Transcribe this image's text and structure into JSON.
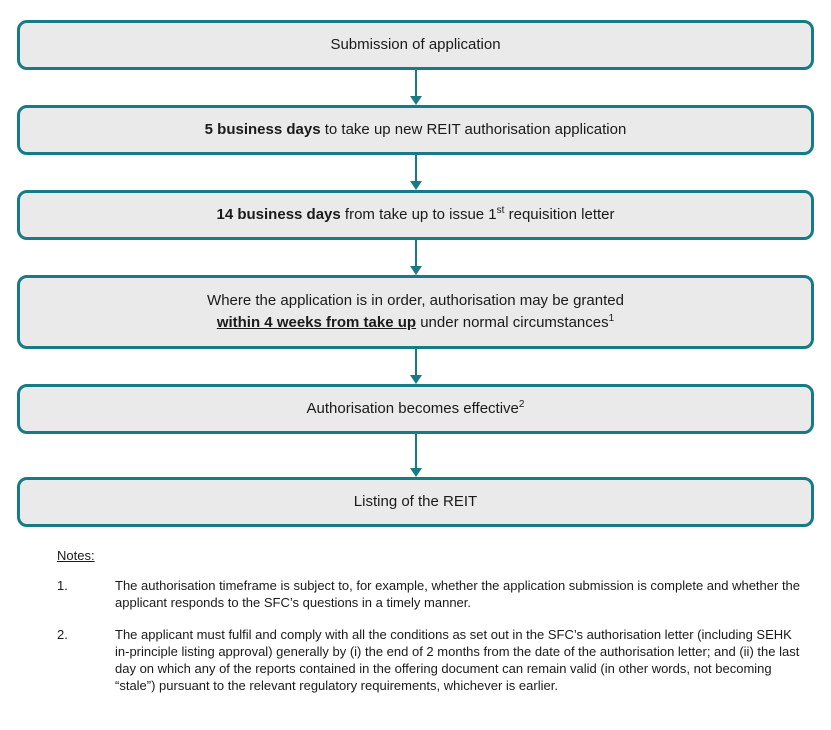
{
  "colors": {
    "teal": "#177B85",
    "box_fill": "#EAEAEA",
    "text": "#1A1A1A"
  },
  "flow": {
    "boxes": [
      {
        "name": "submission",
        "lines": [
          [
            {
              "t": "Submission of application"
            }
          ]
        ]
      },
      {
        "name": "take-up",
        "lines": [
          [
            {
              "t": "5 business days"
            },
            {
              "t": " to take up new REIT authorisation application"
            }
          ]
        ]
      },
      {
        "name": "requisition-letter",
        "lines": [
          [
            {
              "t": "14 business days"
            },
            {
              "t": " from take up to issue 1"
            },
            {
              "t": "st"
            },
            {
              "t": " requisition letter"
            }
          ]
        ]
      },
      {
        "name": "authorisation-granted",
        "lines": [
          [
            {
              "t": "Where the application is in order, authorisation may be granted"
            }
          ],
          [
            {
              "t": "within 4 weeks from take up"
            },
            {
              "t": " under normal circumstances"
            },
            {
              "t": "1"
            }
          ]
        ]
      },
      {
        "name": "authorisation-effective",
        "lines": [
          [
            {
              "t": "Authorisation becomes effective"
            },
            {
              "t": "2"
            }
          ]
        ]
      },
      {
        "name": "listing",
        "lines": [
          [
            {
              "t": "Listing of the REIT"
            }
          ]
        ]
      }
    ]
  },
  "notes": {
    "header": "Notes:",
    "items": [
      {
        "num": "1.",
        "text": "The authorisation timeframe is subject to, for example, whether the application submission is complete and whether the applicant responds to the SFC’s questions in a timely manner."
      },
      {
        "num": "2.",
        "text": "The applicant must fulfil and comply with all the conditions as set out in the SFC’s authorisation letter (including SEHK in-principle listing approval) generally by (i) the end of 2 months from the date of the authorisation letter; and (ii) the last day on which any of the reports contained in the offering document can remain valid (in other words, not becoming “stale”) pursuant to the relevant regulatory requirements, whichever is earlier."
      }
    ]
  }
}
